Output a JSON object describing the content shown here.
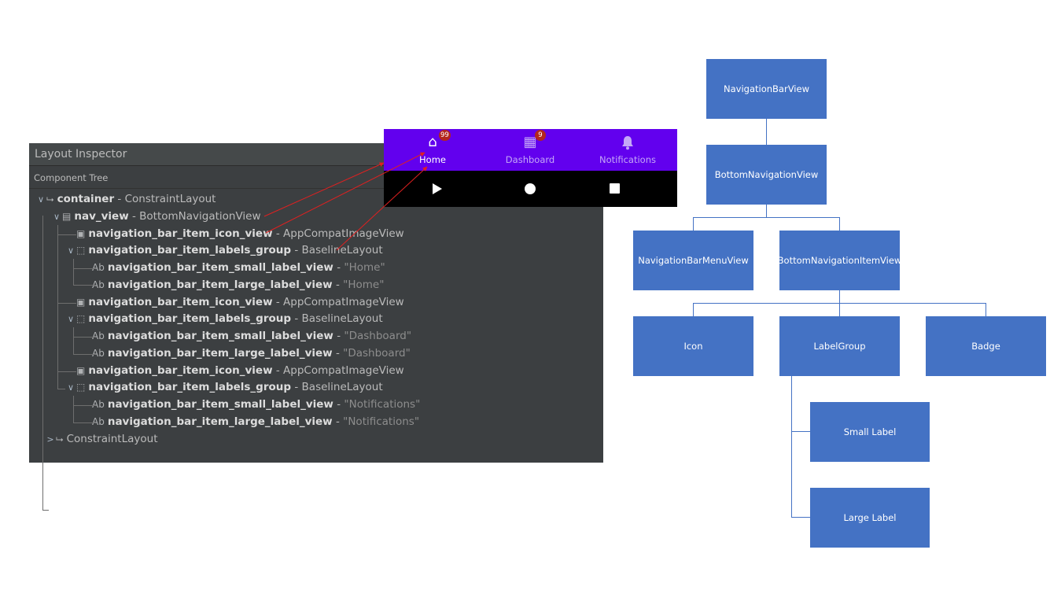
{
  "inspector": {
    "title": "Layout Inspector",
    "subtitle": "Component Tree",
    "tree": [
      {
        "chevron": "∨",
        "icon": "constraint-layout-icon",
        "glyph": "⮡",
        "name": "container",
        "sep": " - ",
        "type": "ConstraintLayout"
      },
      {
        "chevron": "∨",
        "icon": "bottom-nav-icon",
        "glyph": "▤",
        "name": "nav_view",
        "sep": " - ",
        "type": "BottomNavigationView"
      },
      {
        "chevron": "",
        "icon": "image-view-icon",
        "glyph": "▣",
        "name": "navigation_bar_item_icon_view",
        "sep": " - ",
        "type": "AppCompatImageView"
      },
      {
        "chevron": "∨",
        "icon": "baseline-layout-icon",
        "glyph": "⬚",
        "name": "navigation_bar_item_labels_group",
        "sep": " - ",
        "type": "BaselineLayout"
      },
      {
        "chevron": "",
        "icon": "text-view-icon",
        "glyph": "Ab",
        "name": "navigation_bar_item_small_label_view",
        "sep": " - ",
        "str": "\"Home\""
      },
      {
        "chevron": "",
        "icon": "text-view-icon",
        "glyph": "Ab",
        "name": "navigation_bar_item_large_label_view",
        "sep": " - ",
        "str": "\"Home\""
      },
      {
        "chevron": "",
        "icon": "image-view-icon",
        "glyph": "▣",
        "name": "navigation_bar_item_icon_view",
        "sep": " - ",
        "type": "AppCompatImageView"
      },
      {
        "chevron": "∨",
        "icon": "baseline-layout-icon",
        "glyph": "⬚",
        "name": "navigation_bar_item_labels_group",
        "sep": " - ",
        "type": "BaselineLayout"
      },
      {
        "chevron": "",
        "icon": "text-view-icon",
        "glyph": "Ab",
        "name": "navigation_bar_item_small_label_view",
        "sep": " - ",
        "str": "\"Dashboard\""
      },
      {
        "chevron": "",
        "icon": "text-view-icon",
        "glyph": "Ab",
        "name": "navigation_bar_item_large_label_view",
        "sep": " - ",
        "str": "\"Dashboard\""
      },
      {
        "chevron": "",
        "icon": "image-view-icon",
        "glyph": "▣",
        "name": "navigation_bar_item_icon_view",
        "sep": " - ",
        "type": "AppCompatImageView"
      },
      {
        "chevron": "∨",
        "icon": "baseline-layout-icon",
        "glyph": "⬚",
        "name": "navigation_bar_item_labels_group",
        "sep": " - ",
        "type": "BaselineLayout"
      },
      {
        "chevron": "",
        "icon": "text-view-icon",
        "glyph": "Ab",
        "name": "navigation_bar_item_small_label_view",
        "sep": " - ",
        "str": "\"Notifications\""
      },
      {
        "chevron": "",
        "icon": "text-view-icon",
        "glyph": "Ab",
        "name": "navigation_bar_item_large_label_view",
        "sep": " - ",
        "str": "\"Notifications\""
      },
      {
        "chevron": ">",
        "icon": "constraint-layout-icon",
        "glyph": "⮡",
        "name": "",
        "sep": "",
        "type": "ConstraintLayout"
      }
    ]
  },
  "phone": {
    "nav_color": "#6200ee",
    "items": [
      {
        "label": "Home",
        "icon": "home-icon",
        "glyph": "⌂",
        "badge": "99",
        "active": true
      },
      {
        "label": "Dashboard",
        "icon": "dashboard-icon",
        "glyph": "▦",
        "badge": "9",
        "active": false
      },
      {
        "label": "Notifications",
        "icon": "bell-icon",
        "glyph": "🔔",
        "badge": "",
        "active": false
      }
    ],
    "system": [
      "back-icon",
      "home-circle-icon",
      "recents-icon"
    ]
  },
  "diagram": {
    "box_color": "#4472c4",
    "nodes": {
      "root": "NavigationBarView",
      "bottom_nav": "BottomNavigationView",
      "menu_view": "NavigationBarMenuView",
      "item_view": "BottomNavigationItemView",
      "icon": "Icon",
      "label_group": "LabelGroup",
      "badge": "Badge",
      "small_label": "Small Label",
      "large_label": "Large Label"
    }
  },
  "annotation": {
    "arrow_color": "#e02020"
  }
}
